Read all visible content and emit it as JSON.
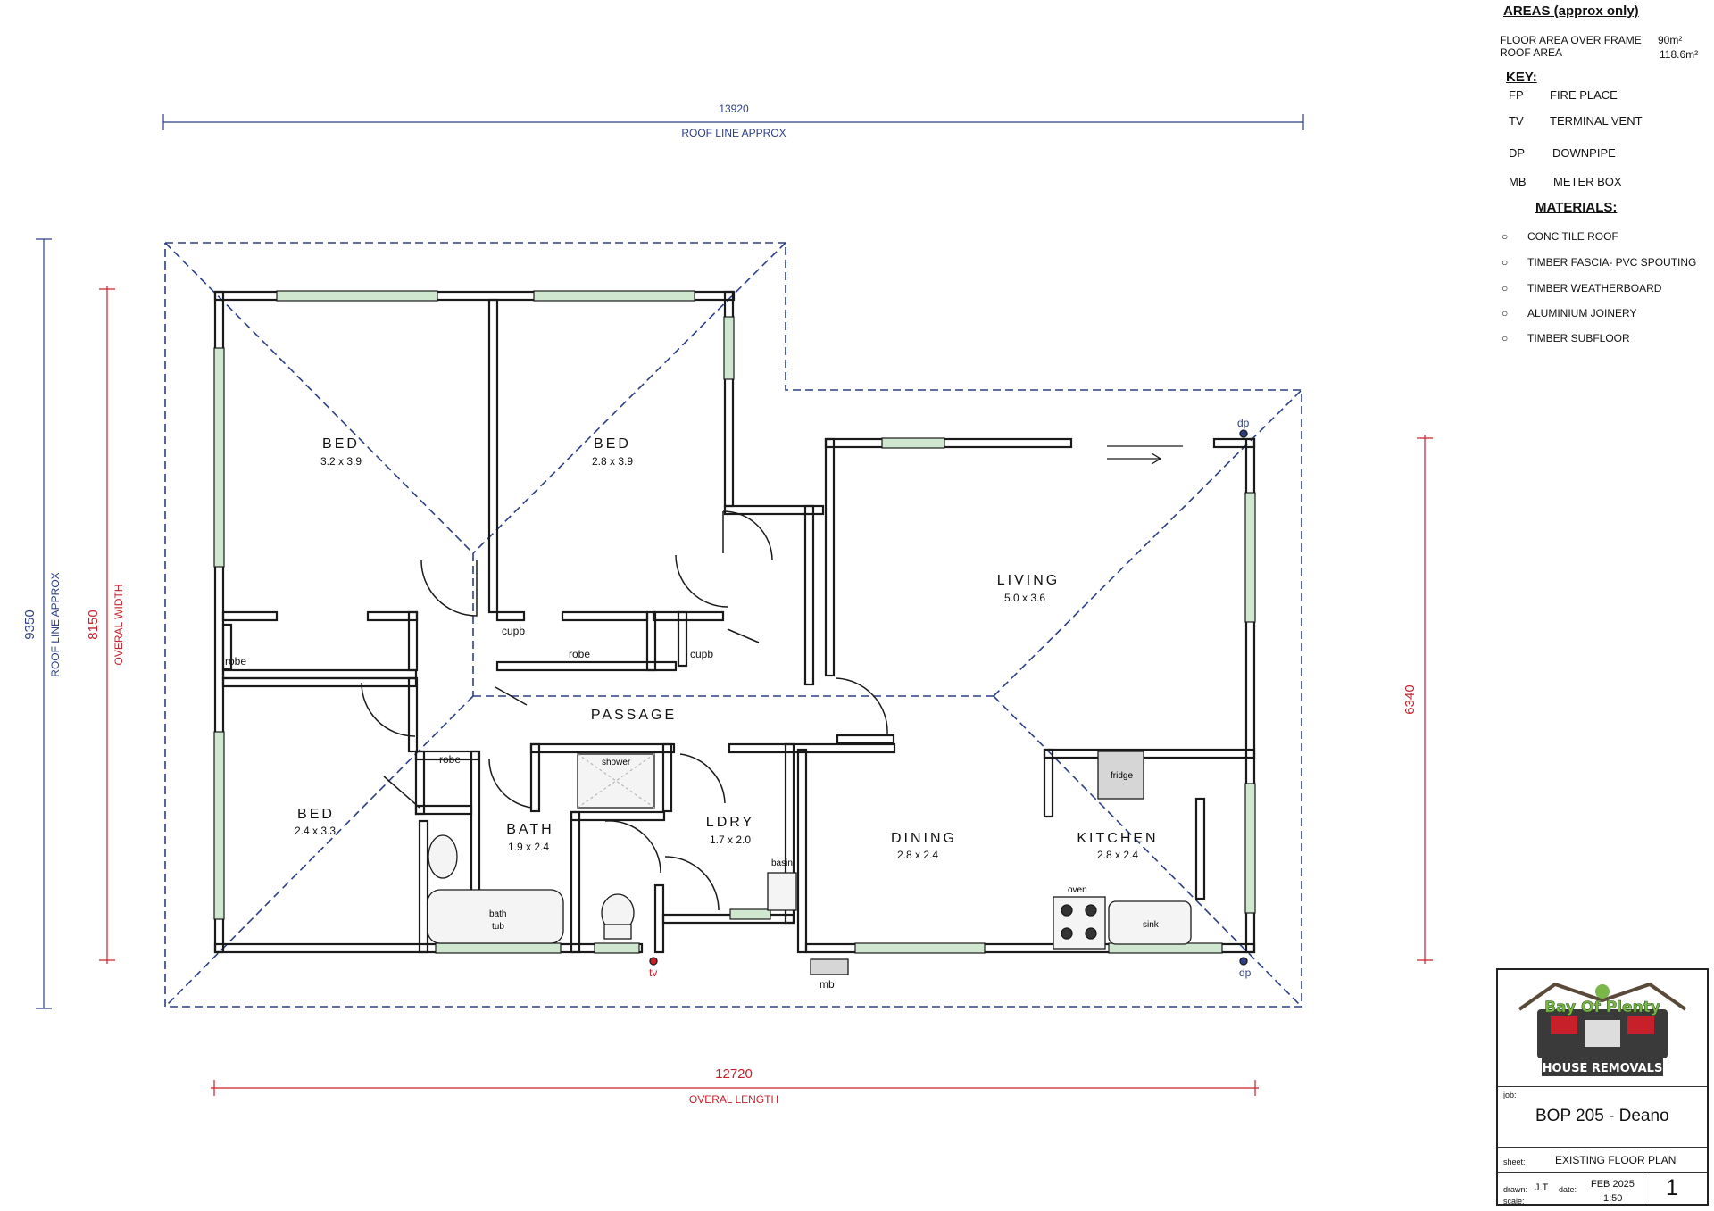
{
  "dimensions": {
    "roof_length": "13920",
    "roof_length_label": "ROOF LINE APPROX",
    "roof_width": "9350",
    "roof_width_label": "ROOF LINE APPROX",
    "overall_width": "8150",
    "overall_width_label": "OVERAL WIDTH",
    "overall_length": "12720",
    "overall_length_label": "OVERAL LENGTH",
    "right_height": "6340"
  },
  "rooms": [
    {
      "name": "BED",
      "size": "3.2 x 3.9"
    },
    {
      "name": "BED",
      "size": "2.8 x 3.9"
    },
    {
      "name": "LIVING",
      "size": "5.0 x 3.6"
    },
    {
      "name": "BED",
      "size": "2.4 x 3.3"
    },
    {
      "name": "BATH",
      "size": "1.9 x 2.4"
    },
    {
      "name": "LDRY",
      "size": "1.7 x 2.0"
    },
    {
      "name": "DINING",
      "size": "2.8 x 2.4"
    },
    {
      "name": "KITCHEN",
      "size": "2.8 x 2.4"
    },
    {
      "name": "PASSAGE",
      "size": ""
    }
  ],
  "fixtures": {
    "robe": "robe",
    "cupb": "cupb",
    "shower": "shower",
    "bath_tub": "bath\ntub",
    "basin": "basin",
    "fridge": "fridge",
    "oven": "oven",
    "sink": "sink",
    "dp": "dp",
    "tv": "tv",
    "mb": "mb"
  },
  "areas": {
    "title": "AREAS (approx only)",
    "rows": [
      {
        "label": "FLOOR AREA OVER FRAME",
        "value": "90m²"
      },
      {
        "label": "ROOF AREA",
        "value": "118.6m²"
      }
    ]
  },
  "key": {
    "title": "KEY:",
    "items": [
      {
        "code": "FP",
        "desc": "FIRE PLACE"
      },
      {
        "code": "TV",
        "desc": "TERMINAL VENT"
      },
      {
        "code": "DP",
        "desc": "DOWNPIPE"
      },
      {
        "code": "MB",
        "desc": "METER BOX"
      }
    ]
  },
  "materials": {
    "title": "MATERIALS:",
    "items": [
      "CONC TILE ROOF",
      "TIMBER FASCIA- PVC SPOUTING",
      "TIMBER WEATHERBOARD",
      "ALUMINIUM JOINERY",
      "TIMBER SUBFLOOR"
    ]
  },
  "title_block": {
    "logo_text_top": "Bay Of Plenty",
    "logo_text_bottom": "HOUSE REMOVALS",
    "job_label": "job:",
    "job": "BOP 205 - Deano",
    "sheet_label": "sheet:",
    "sheet": "EXISTING  FLOOR PLAN",
    "drawn_label": "drawn:",
    "drawn": "J.T",
    "date_label": "date:",
    "date": "FEB 2025",
    "scale_label": "scale:",
    "scale": "1:50",
    "sheet_number": "1"
  },
  "colors": {
    "wall": "#1a1a1a",
    "window": "#cfe6cf",
    "roofline": "#2c3f86",
    "overall_dim": "#c8202a"
  }
}
